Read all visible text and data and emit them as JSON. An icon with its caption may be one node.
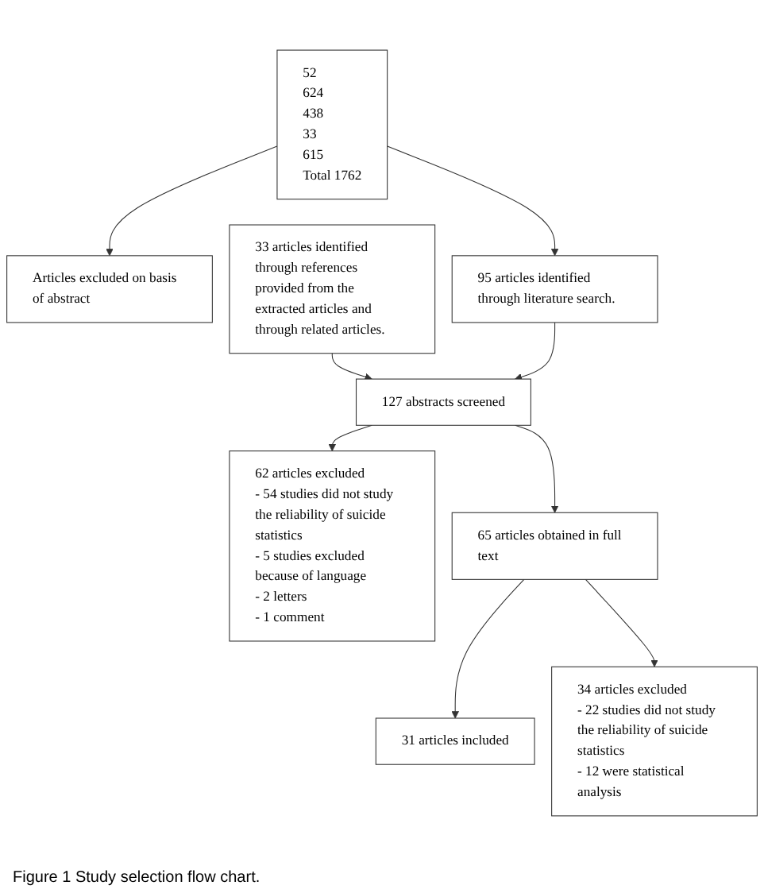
{
  "diagram": {
    "caption": "Figure 1 Study selection flow chart.",
    "nodes": [
      {
        "text": [
          "52",
          "624",
          "438",
          "33",
          "615",
          "Total 1762"
        ]
      },
      {
        "text": [
          "Articles excluded on basis of abstract"
        ]
      },
      {
        "text": [
          "33 articles identified through references provided from the extracted articles and through related articles."
        ]
      },
      {
        "text": [
          "95 articles identified through literature search."
        ]
      },
      {
        "text": [
          "127 abstracts screened"
        ]
      },
      {
        "text": [
          "62 articles excluded",
          "- 54 studies did not study the reliability of suicide statistics",
          "- 5 studies excluded because of language",
          "- 2 letters",
          "- 1 comment"
        ]
      },
      {
        "text": [
          "65 articles obtained in full text"
        ]
      },
      {
        "text": [
          "34 articles excluded",
          "- 22 studies did not study the reliability of suicide statistics",
          "- 12 were statistical analysis"
        ]
      },
      {
        "text": [
          "31 articles included"
        ]
      }
    ],
    "edges": [
      {
        "from": 0,
        "to": 3,
        "arrow": "to"
      },
      {
        "from": 0,
        "to": 1,
        "arrow": "to"
      },
      {
        "from": 2,
        "to": 4,
        "arrow": "to"
      },
      {
        "from": 3,
        "to": 4,
        "arrow": "to"
      },
      {
        "from": 4,
        "to": 6,
        "arrow": "to"
      },
      {
        "from": 4,
        "to": 5,
        "arrow": "to"
      },
      {
        "from": 6,
        "to": 8,
        "arrow": "to"
      },
      {
        "from": 6,
        "to": 7,
        "arrow": "to"
      }
    ]
  }
}
